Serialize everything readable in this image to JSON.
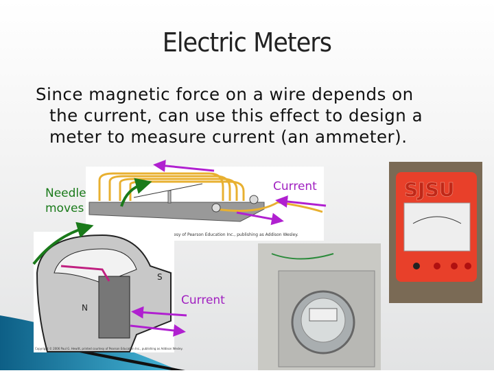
{
  "slide": {
    "title": "Electric Meters",
    "body_lines": [
      "Since magnetic force on a wire depends on",
      "the current, can use this effect to design a",
      "meter to measure current (an ammeter)."
    ]
  },
  "figures": {
    "galvanometer_top": {
      "label_needle": [
        "Needle",
        "moves"
      ],
      "label_current": "Current",
      "credit": "esy of Pearson Education Inc., publishing as Addison Wesley."
    },
    "galvanometer_bottom": {
      "label_current": "Current",
      "credit": "Copyright © 2006 Paul G. Hewitt, printed courtesy of Pearson Education Inc., publishing as Addison Wesley.",
      "magnet_poles": [
        "N",
        "S"
      ]
    },
    "sjsu_meter_photo": {
      "logo_text": "SJSU"
    },
    "electric_meter_photo": {}
  },
  "colors": {
    "arrow_purple": "#b020d0",
    "arrow_green": "#1a7a1a",
    "coil_orange": "#e8b030",
    "swoosh_teal": "#1e8ab0"
  }
}
